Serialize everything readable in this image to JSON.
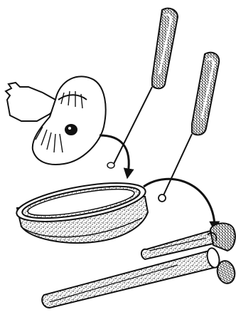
{
  "illustration": {
    "style": "black-and-white stippled line drawing",
    "colors": {
      "ink": "#111111",
      "paper": "#ffffff",
      "stipple": "#333333"
    },
    "items": [
      "mushroom-cap-with-gills",
      "inoculation-needle",
      "inoculation-loop",
      "petri-dish-with-culture",
      "test-tube-with-slant",
      "test-tube-with-cotton-plug"
    ],
    "arrows": [
      "mushroom-to-petri-dish",
      "needle-to-test-tubes"
    ]
  }
}
